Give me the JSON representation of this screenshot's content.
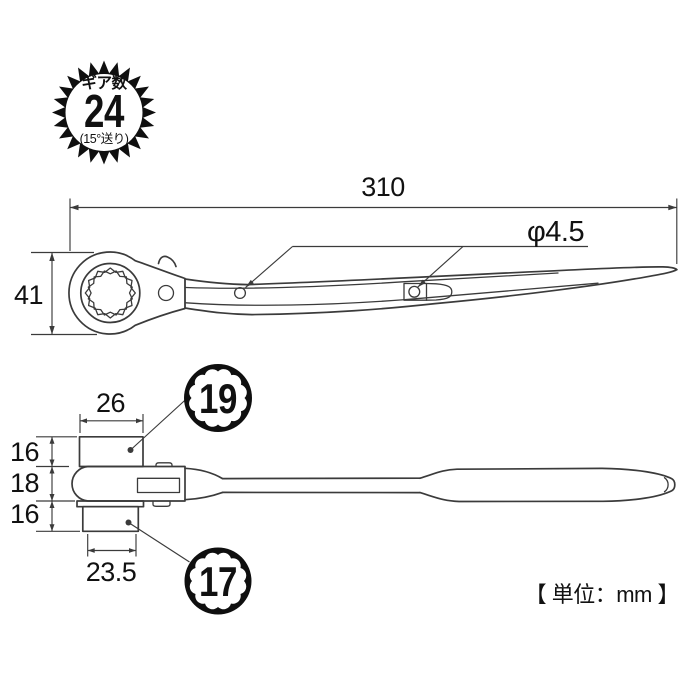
{
  "gear_badge": {
    "label": "ギア数",
    "value": "24",
    "note": "(15°送り)"
  },
  "dimensions": {
    "overall_length": "310",
    "head_width": "41",
    "hole_diameter": "φ4.5",
    "upper_socket_outer_width": "26",
    "upper_socket_height": "16",
    "body_height": "18",
    "lower_socket_height": "16",
    "lower_socket_outer_width": "23.5"
  },
  "sockets": {
    "upper_size": "19",
    "lower_size": "17"
  },
  "unit_note": "【 単位：mm 】",
  "colors": {
    "line": "#3b3b3b",
    "text": "#111111",
    "badge_bg": "#0f0f0f",
    "badge_fg": "#ffffff"
  }
}
